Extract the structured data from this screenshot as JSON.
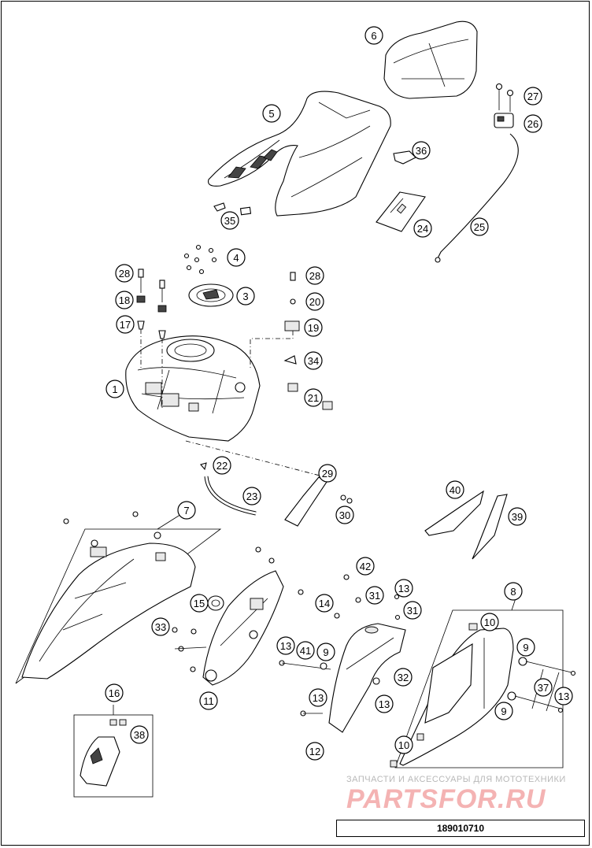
{
  "diagram": {
    "callouts": [
      {
        "label": "1"
      },
      {
        "label": "3"
      },
      {
        "label": "4"
      },
      {
        "label": "5"
      },
      {
        "label": "6"
      },
      {
        "label": "7"
      },
      {
        "label": "8"
      },
      {
        "label": "9"
      },
      {
        "label": "9"
      },
      {
        "label": "9"
      },
      {
        "label": "10"
      },
      {
        "label": "10"
      },
      {
        "label": "11"
      },
      {
        "label": "12"
      },
      {
        "label": "13"
      },
      {
        "label": "13"
      },
      {
        "label": "13"
      },
      {
        "label": "13"
      },
      {
        "label": "13"
      },
      {
        "label": "14"
      },
      {
        "label": "15"
      },
      {
        "label": "16"
      },
      {
        "label": "17"
      },
      {
        "label": "18"
      },
      {
        "label": "19"
      },
      {
        "label": "20"
      },
      {
        "label": "21"
      },
      {
        "label": "22"
      },
      {
        "label": "23"
      },
      {
        "label": "24"
      },
      {
        "label": "25"
      },
      {
        "label": "26"
      },
      {
        "label": "27"
      },
      {
        "label": "28"
      },
      {
        "label": "28"
      },
      {
        "label": "29"
      },
      {
        "label": "30"
      },
      {
        "label": "31"
      },
      {
        "label": "31"
      },
      {
        "label": "32"
      },
      {
        "label": "33"
      },
      {
        "label": "34"
      },
      {
        "label": "35"
      },
      {
        "label": "36"
      },
      {
        "label": "37"
      },
      {
        "label": "38"
      },
      {
        "label": "39"
      },
      {
        "label": "40"
      },
      {
        "label": "41"
      },
      {
        "label": "42"
      }
    ]
  },
  "watermark": {
    "caption": "ЗАПЧАСТИ И АКСЕССУАРЫ ДЛЯ МОТОТЕХНИКИ",
    "logo": "PARTSFOR.RU",
    "color": "#f4b3b3"
  },
  "drawing_code": "189010710"
}
